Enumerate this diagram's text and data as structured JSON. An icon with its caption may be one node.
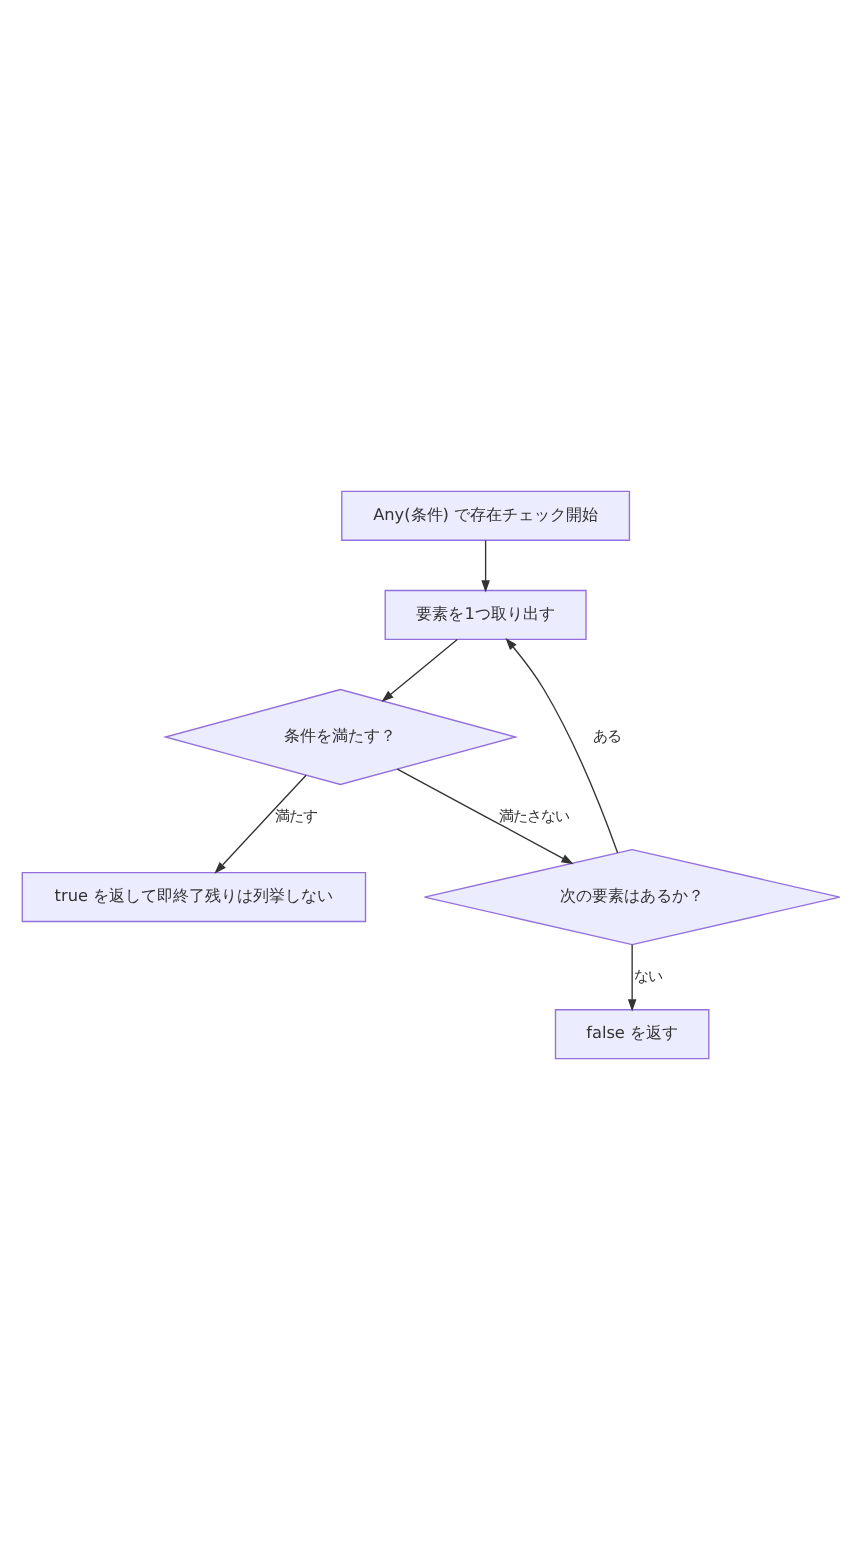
{
  "diagram": {
    "nodes": [
      {
        "text": [
          "Any(条件) で存在チェック開始"
        ]
      },
      {
        "text": [
          "要素を1つ取り出す"
        ]
      },
      {
        "text": [
          "条件を満たす？"
        ]
      },
      {
        "text": [
          "true を返して即終了残りは列挙しない"
        ]
      },
      {
        "text": [
          "次の要素はあるか？"
        ]
      },
      {
        "text": [
          "false を返す"
        ]
      }
    ],
    "edges": [
      {
        "from": 0,
        "to": 1,
        "arrow": "to"
      },
      {
        "from": 1,
        "to": 2,
        "arrow": "to"
      },
      {
        "from": 2,
        "to": 3,
        "arrow": "to",
        "label": "満たす"
      },
      {
        "from": 2,
        "to": 4,
        "arrow": "to",
        "label": "満たさない"
      },
      {
        "from": 4,
        "to": 1,
        "arrow": "to",
        "label": "ある"
      },
      {
        "from": 4,
        "to": 5,
        "arrow": "to",
        "label": "ない"
      }
    ]
  }
}
